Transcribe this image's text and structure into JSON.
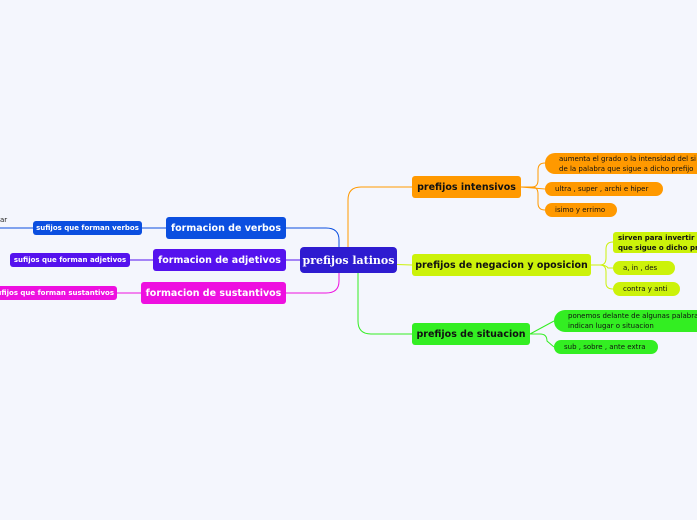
{
  "central": {
    "label": "prefijos latinos"
  },
  "right_topics": [
    {
      "label": "prefijos intensivos",
      "color": "#ff9900",
      "children": [
        "aumenta el grado o la intensidad del si de la palabra que sigue a dicho prefijo",
        "ultra , super , archi  e hiper",
        "isimo y errimo"
      ]
    },
    {
      "label": "prefijos de negacion y oposicion",
      "color": "#ccf20a",
      "children": [
        "sirven para invertir el que sigue o dicho pr",
        "a,  in ,  des",
        "contra y anti"
      ]
    },
    {
      "label": "prefijos de situacion",
      "color": "#33ee22",
      "children": [
        "ponemos delante de algunas palabra indican lugar o situacion",
        "sub , sobre , ante extra"
      ]
    }
  ],
  "left_topics": [
    {
      "label": "formacion de verbos",
      "color": "#0b4fe0",
      "child": "sufijos que forman verbos",
      "extra_text": "ar"
    },
    {
      "label": "formacion de adjetivos",
      "color": "#5512ee",
      "child": "sufijos que forman adjetivos"
    },
    {
      "label": "formacion de sustantivos",
      "color": "#ee10e0",
      "child": "sufijos que forman sustantivos"
    }
  ]
}
